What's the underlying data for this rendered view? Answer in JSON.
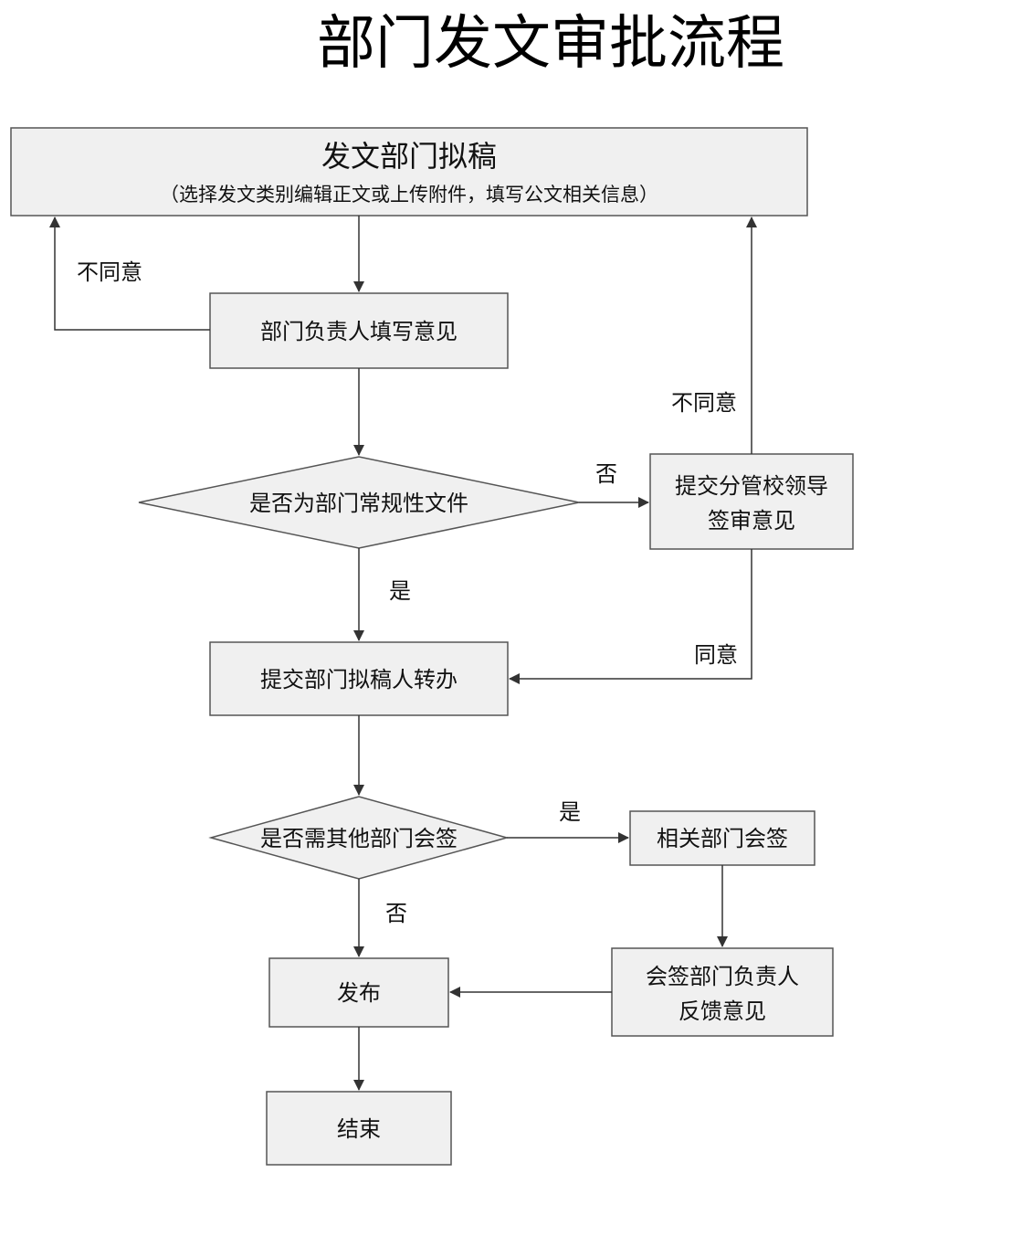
{
  "title": "部门发文审批流程",
  "nodes": {
    "draft": {
      "line1": "发文部门拟稿",
      "line2": "（选择发文类别编辑正文或上传附件，填写公文相关信息）"
    },
    "dept_head": "部门负责人填写意见",
    "is_routine": "是否为部门常规性文件",
    "leader_review": {
      "line1": "提交分管校领导",
      "line2": "签审意见"
    },
    "transfer": "提交部门拟稿人转办",
    "need_cosign": "是否需其他部门会签",
    "cosign": "相关部门会签",
    "cosign_feedback": {
      "line1": "会签部门负责人",
      "line2": "反馈意见"
    },
    "publish": "发布",
    "end": "结束"
  },
  "edges": {
    "disagree_left": "不同意",
    "disagree_right": "不同意",
    "no_routine": "否",
    "yes_routine": "是",
    "agree": "同意",
    "yes_cosign": "是",
    "no_cosign": "否"
  }
}
